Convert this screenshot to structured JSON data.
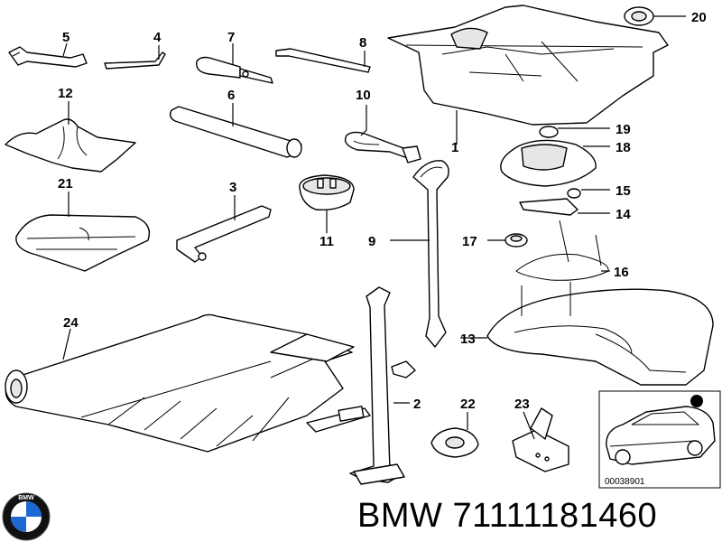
{
  "callouts": [
    "1",
    "2",
    "3",
    "4",
    "5",
    "6",
    "7",
    "8",
    "9",
    "10",
    "11",
    "12",
    "13",
    "14",
    "15",
    "16",
    "17",
    "18",
    "19",
    "20",
    "21",
    "22",
    "23",
    "24"
  ],
  "inset": {
    "code": "00038901"
  },
  "caption": {
    "brand": "BMW",
    "part_number": "71111181460"
  },
  "logo": {
    "text": "BMW"
  },
  "colors": {
    "line": "#000000",
    "background": "#ffffff",
    "logo_blue": "#1c69d4"
  }
}
